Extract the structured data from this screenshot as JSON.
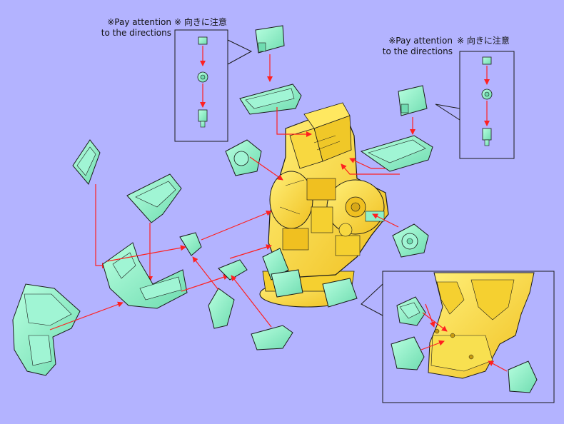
{
  "notes": {
    "left_en_line1": "※Pay attention",
    "left_en_line2": "to the directions",
    "left_jp": "※ 向きに注意",
    "right_en_line1": "※Pay attention",
    "right_en_line2": "to the directions",
    "right_jp": "※ 向きに注意"
  },
  "colors": {
    "background": "#b3b3ff",
    "part_green": "#8ff0c8",
    "part_yellow": "#ffe04a",
    "arrow_red": "#ff2020",
    "outline": "#1a1a1a"
  }
}
